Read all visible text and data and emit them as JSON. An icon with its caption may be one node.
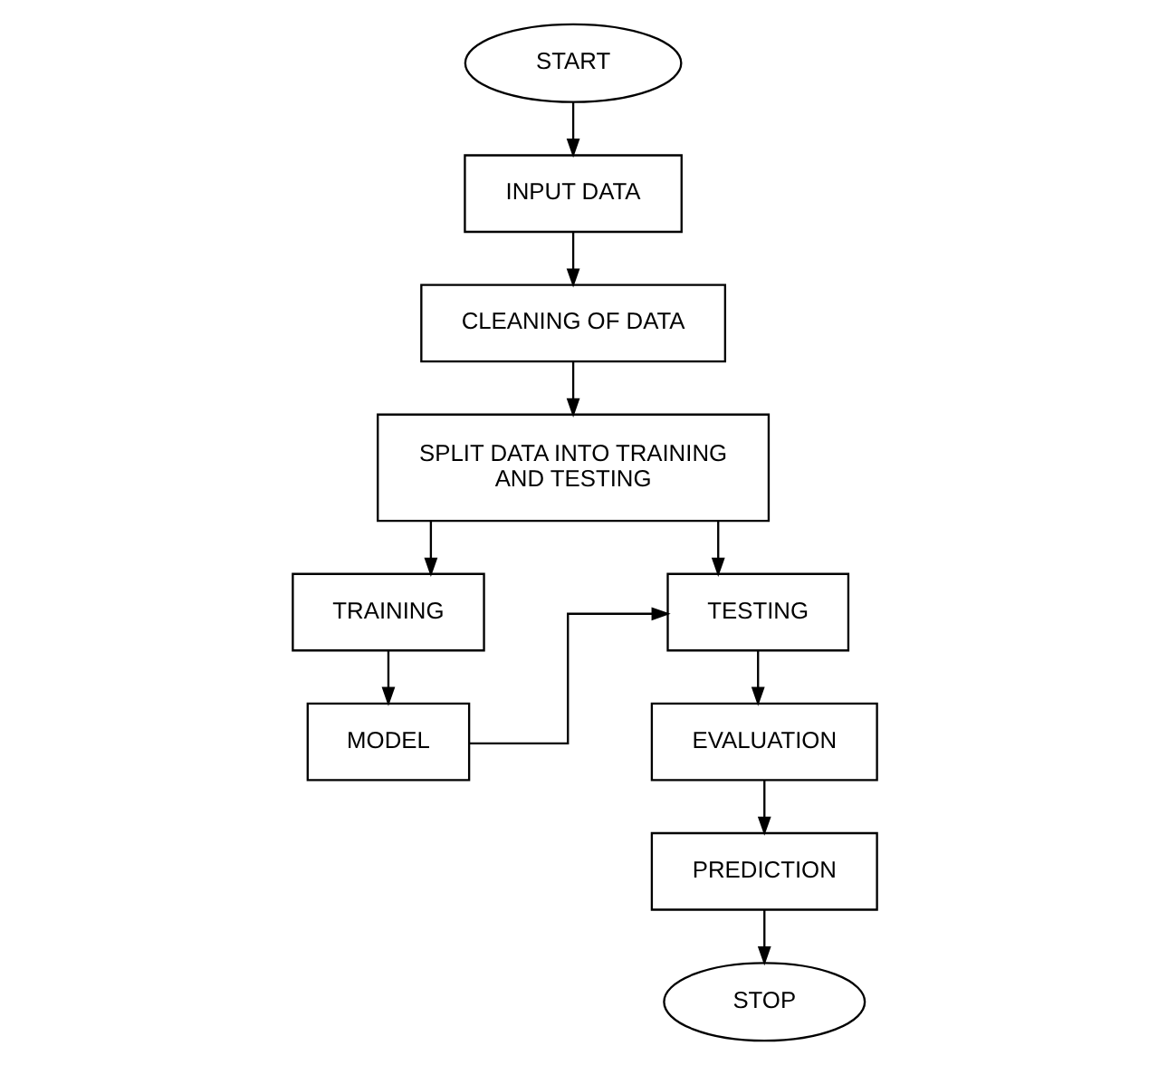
{
  "diagram": {
    "nodes": [
      {
        "text": [
          "START"
        ]
      },
      {
        "text": [
          "INPUT DATA"
        ]
      },
      {
        "text": [
          "CLEANING OF DATA"
        ]
      },
      {
        "text": [
          "SPLIT DATA INTO TRAINING AND TESTING"
        ]
      },
      {
        "text": [
          "TRAINING"
        ]
      },
      {
        "text": [
          "TESTING"
        ]
      },
      {
        "text": [
          "MODEL"
        ]
      },
      {
        "text": [
          "EVALUATION"
        ]
      },
      {
        "text": [
          "PREDICTION"
        ]
      },
      {
        "text": [
          "STOP"
        ]
      }
    ],
    "edges": [
      {
        "from": 0,
        "to": 1,
        "arrow": "to"
      },
      {
        "from": 1,
        "to": 2,
        "arrow": "to"
      },
      {
        "from": 2,
        "to": 3,
        "arrow": "to"
      },
      {
        "from": 3,
        "to": 4,
        "arrow": "to"
      },
      {
        "from": 3,
        "to": 5,
        "arrow": "to"
      },
      {
        "from": 4,
        "to": 6,
        "arrow": "to"
      },
      {
        "from": 6,
        "to": 5,
        "arrow": "to"
      },
      {
        "from": 5,
        "to": 7,
        "arrow": "to"
      },
      {
        "from": 7,
        "to": 8,
        "arrow": "to"
      },
      {
        "from": 8,
        "to": 9,
        "arrow": "to"
      }
    ]
  }
}
